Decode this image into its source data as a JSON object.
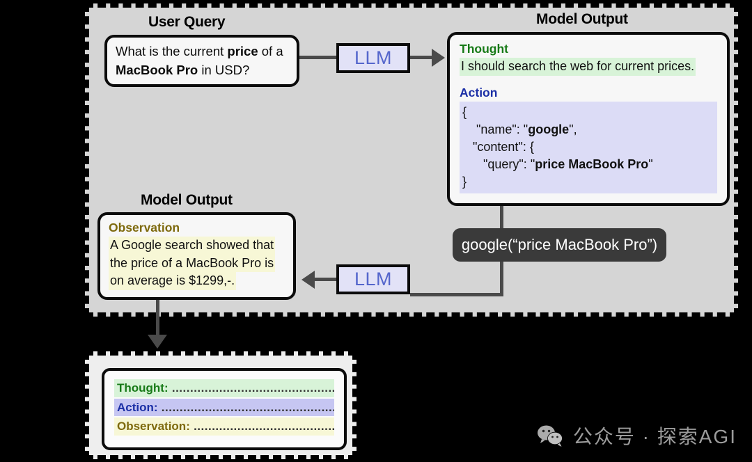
{
  "diagram": {
    "title_user_query": "User Query",
    "title_model_output_top": "Model Output",
    "title_model_output_bottom": "Model Output",
    "llm_label_top": "LLM",
    "llm_label_bottom": "LLM",
    "tool_call": "google(“price MacBook Pro”)"
  },
  "user_query": {
    "line1_a": "What is the current ",
    "line1_bold": "price",
    "line1_b": " of a",
    "line2_bold": "MacBook Pro",
    "line2_b": " in USD?"
  },
  "model_output_top": {
    "thought_label": "Thought",
    "thought_text": "I should search the web for current prices.",
    "action_label": "Action",
    "action_json_l1": "{",
    "action_json_l2_pre": "    \"name\": \"",
    "action_json_l2_bold": "google",
    "action_json_l2_post": "\",",
    "action_json_l3": "   \"content\": {",
    "action_json_l4_pre": "      \"query\": \"",
    "action_json_l4_bold": "price MacBook Pro",
    "action_json_l4_post": "\"",
    "action_json_l5": "}"
  },
  "model_output_bottom": {
    "observation_label": "Observation",
    "observation_line1": "A Google search showed that",
    "observation_line2": "the price of a MacBook Pro is",
    "observation_line3": "on average is $1299,-."
  },
  "legend": {
    "thought_label": "Thought:",
    "thought_dots": " ....................................................",
    "action_label": "Action:",
    "action_dots": " ..........................................................",
    "observation_label": "Observation:",
    "observation_dots": " .........................................."
  },
  "watermark": {
    "text": "公众号 · 探索AGI",
    "icon": "wechat-icon"
  },
  "colors": {
    "panel_bg": "#d5d5d5",
    "thought_green": "#177a17",
    "thought_bg": "#d8f3d8",
    "action_blue": "#1b2fa6",
    "action_bg": "#dcdcf6",
    "observation_olive": "#7e6a0e",
    "observation_bg": "#f7f7d6",
    "llm_bg": "#e2e2f7",
    "llm_text": "#5566cc",
    "tool_pill_bg": "#3a3a3a",
    "connector": "#4a4a4a"
  }
}
